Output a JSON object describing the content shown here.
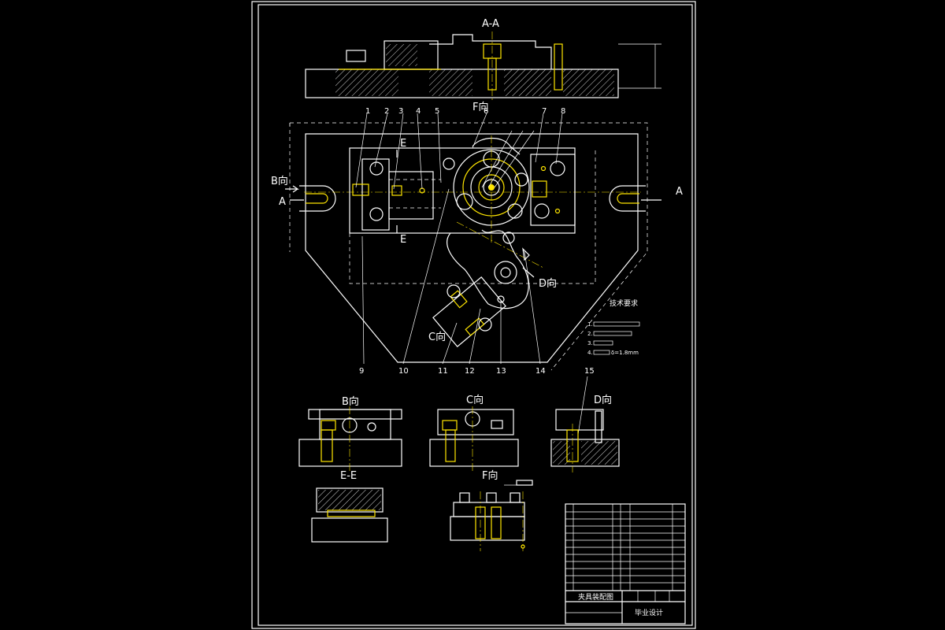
{
  "views": {
    "section_aa": "A-A",
    "view_f_top": "F向",
    "view_b": "B向",
    "view_c": "C向",
    "view_d": "D向",
    "section_ee": "E-E",
    "view_f": "F向",
    "dir_b_label": "B向",
    "dir_c_label": "C向",
    "dir_d_label": "D向",
    "cut_a_left": "A",
    "cut_a_right": "A",
    "cut_e_top": "E",
    "cut_e_bottom": "E"
  },
  "callouts": [
    "1",
    "2",
    "3",
    "4",
    "5",
    "6",
    "7",
    "8",
    "9",
    "10",
    "11",
    "12",
    "13",
    "14",
    "15"
  ],
  "tech_requirements": {
    "title": "技术要求",
    "items": [
      "1.",
      "2.",
      "3.",
      "4."
    ],
    "item4_suffix": "δ=1.8mm"
  },
  "title_block": {
    "drawing_name": "夹具装配图",
    "project": "毕业设计"
  },
  "colors": {
    "background": "#000000",
    "line": "#ffffff",
    "accent": "#ffe600"
  }
}
